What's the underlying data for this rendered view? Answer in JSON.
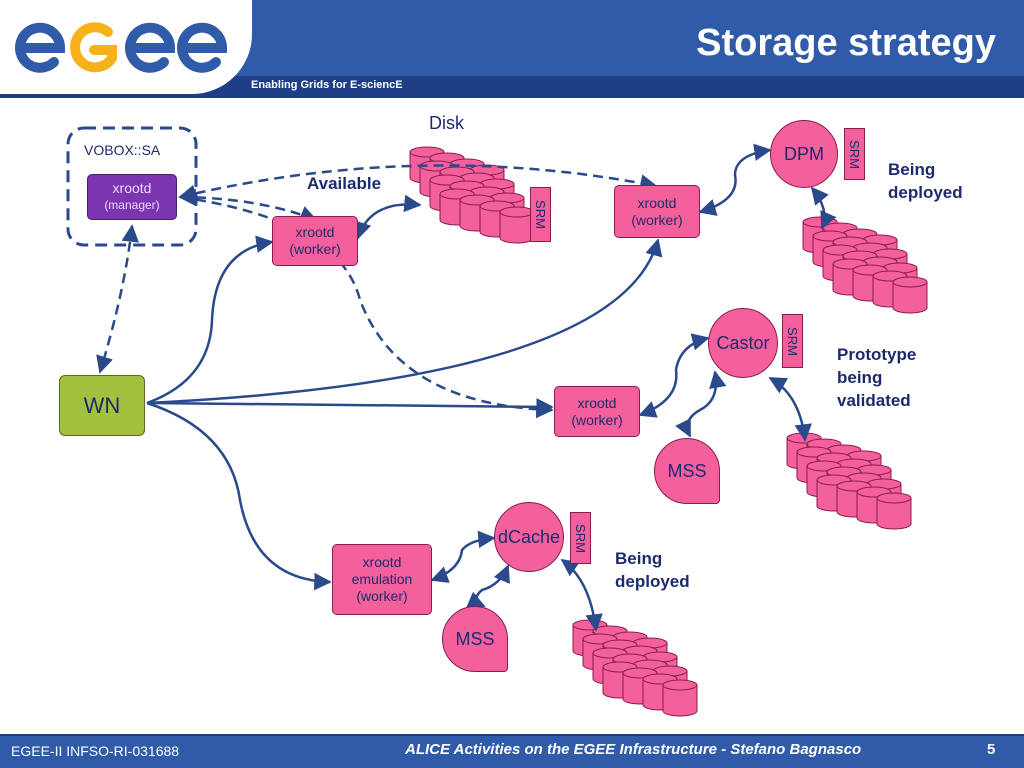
{
  "header": {
    "title": "Storage strategy",
    "logo": "egee",
    "tagline": "Enabling Grids for E-sciencE"
  },
  "diagram": {
    "vobox_label": "VOBOX::SA",
    "manager": {
      "line1": "xrootd",
      "line2": "(manager)"
    },
    "wn": "WN",
    "disk_label": "Disk",
    "available_label": "Available",
    "srm": "SRM",
    "worker_a": {
      "line1": "xrootd",
      "line2": "(worker)"
    },
    "worker_b": {
      "line1": "xrootd",
      "line2": "(worker)"
    },
    "worker_c": {
      "line1": "xrootd",
      "line2": "(worker)"
    },
    "emulation": {
      "line1": "xrootd",
      "line2": "emulation",
      "line3": "(worker)"
    },
    "dpm": "DPM",
    "castor": "Castor",
    "dcache": "dCache",
    "mss": "MSS",
    "status_dpm": {
      "line1": "Being",
      "line2": "deployed"
    },
    "status_castor": {
      "line1": "Prototype",
      "line2": "being",
      "line3": "validated"
    },
    "status_dcache": {
      "line1": "Being",
      "line2": "deployed"
    }
  },
  "footer": {
    "left": "EGEE-II INFSO-RI-031688",
    "center": "ALICE Activities on the EGEE Infrastructure - Stefano Bagnasco",
    "page": "5"
  },
  "colors": {
    "header_blue": "#2f5ba8",
    "node_pink": "#f3609b",
    "manager_purple": "#7b35b0",
    "wn_green": "#a3c13f",
    "text_navy": "#1e2a6e",
    "line_blue": "#2b4a8c"
  }
}
